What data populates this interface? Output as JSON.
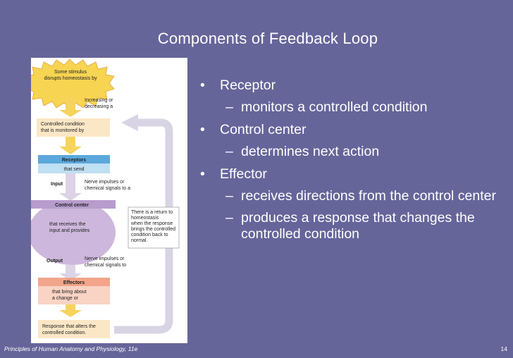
{
  "title": "Components of Feedback Loop",
  "bullets": [
    {
      "label": "Receptor",
      "sub": [
        "monitors a controlled condition"
      ]
    },
    {
      "label": "Control center",
      "sub": [
        "determines next action"
      ]
    },
    {
      "label": "Effector",
      "sub": [
        "receives directions from the control center",
        "produces a response that changes the controlled condition"
      ]
    }
  ],
  "diagram": {
    "stimulus": [
      "Some stimulus",
      "disrupts homeostasis by"
    ],
    "increasing": [
      "Increasing or",
      "decreasing a"
    ],
    "controlled": [
      "Controlled condition",
      "that is monitored by"
    ],
    "receptors": "Receptors",
    "that_send": "that send",
    "input": "Input",
    "nerve_in": [
      "Nerve impulses or",
      "chemical signals to a"
    ],
    "control_center": "Control center",
    "receives": [
      "that receives the",
      "input and provides"
    ],
    "return_note": [
      "There is a return to",
      "homeostasis",
      "when the response",
      "brings the controlled",
      "condition back to",
      "normal."
    ],
    "output": "Output",
    "nerve_out": [
      "Nerve impulses or",
      "chemical signals to"
    ],
    "effectors": "Effectors",
    "bring_about": [
      "that bring about",
      "a change or"
    ],
    "response": [
      "Response that alters the",
      "controlled condition."
    ]
  },
  "footer": {
    "left": "Principles of Human Anatomy and Physiology, 11e",
    "right": "14"
  },
  "colors": {
    "background": "#66659a",
    "receptor_box": "#5ba8dc",
    "control_center": "#cdb7dc",
    "effector_box": "#f2a58a",
    "cream_box": "#fbe7c6",
    "arrow": "#f6d35c",
    "return_arrow": "#d9d4e4"
  }
}
